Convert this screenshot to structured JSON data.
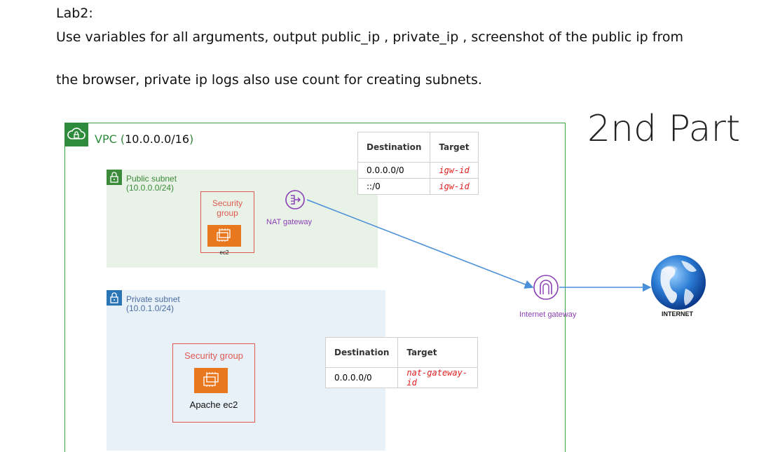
{
  "instructions": {
    "title": "Lab2:",
    "line1": "Use variables for all arguments, output public_ip , private_ip , screenshot of the public ip from",
    "line2": "the browser, private ip logs also use count for creating subnets."
  },
  "part_label": "2nd Part",
  "vpc": {
    "name": "VPC",
    "open": "(",
    "cidr": "10.0.0.0/16",
    "close": ")"
  },
  "public_subnet": {
    "name": "Public subnet",
    "cidr": "(10.0.0.0/24)",
    "security_group": "Security group",
    "instance": "ec2",
    "nat_label": "NAT gateway"
  },
  "private_subnet": {
    "name": "Private subnet",
    "cidr": "(10.0.1.0/24)",
    "security_group": "Security group",
    "instance": "Apache ec2"
  },
  "public_route_table": {
    "headers": [
      "Destination",
      "Target"
    ],
    "rows": [
      [
        "0.0.0.0/0",
        "igw-id"
      ],
      [
        "::/0",
        "igw-id"
      ]
    ]
  },
  "private_route_table": {
    "headers": [
      "Destination",
      "Target"
    ],
    "rows": [
      [
        "0.0.0.0/0",
        "nat-gateway-id"
      ]
    ]
  },
  "internet_gateway_label": "Internet gateway",
  "internet_label": "INTERNET",
  "colors": {
    "vpc_green": "#2e8b3c",
    "public_bg": "#e9f2e6",
    "private_bg": "#e8f0f8",
    "sg_red": "#e05a52",
    "ec2_orange": "#e9771e",
    "gateway_purple": "#8a3fb5",
    "arrow_blue": "#4a90d9",
    "target_red": "#e02020"
  },
  "icons": [
    "cloud-icon",
    "lock-icon",
    "ec2-chip-icon",
    "nat-gateway-icon",
    "internet-gateway-icon",
    "globe-icon"
  ]
}
